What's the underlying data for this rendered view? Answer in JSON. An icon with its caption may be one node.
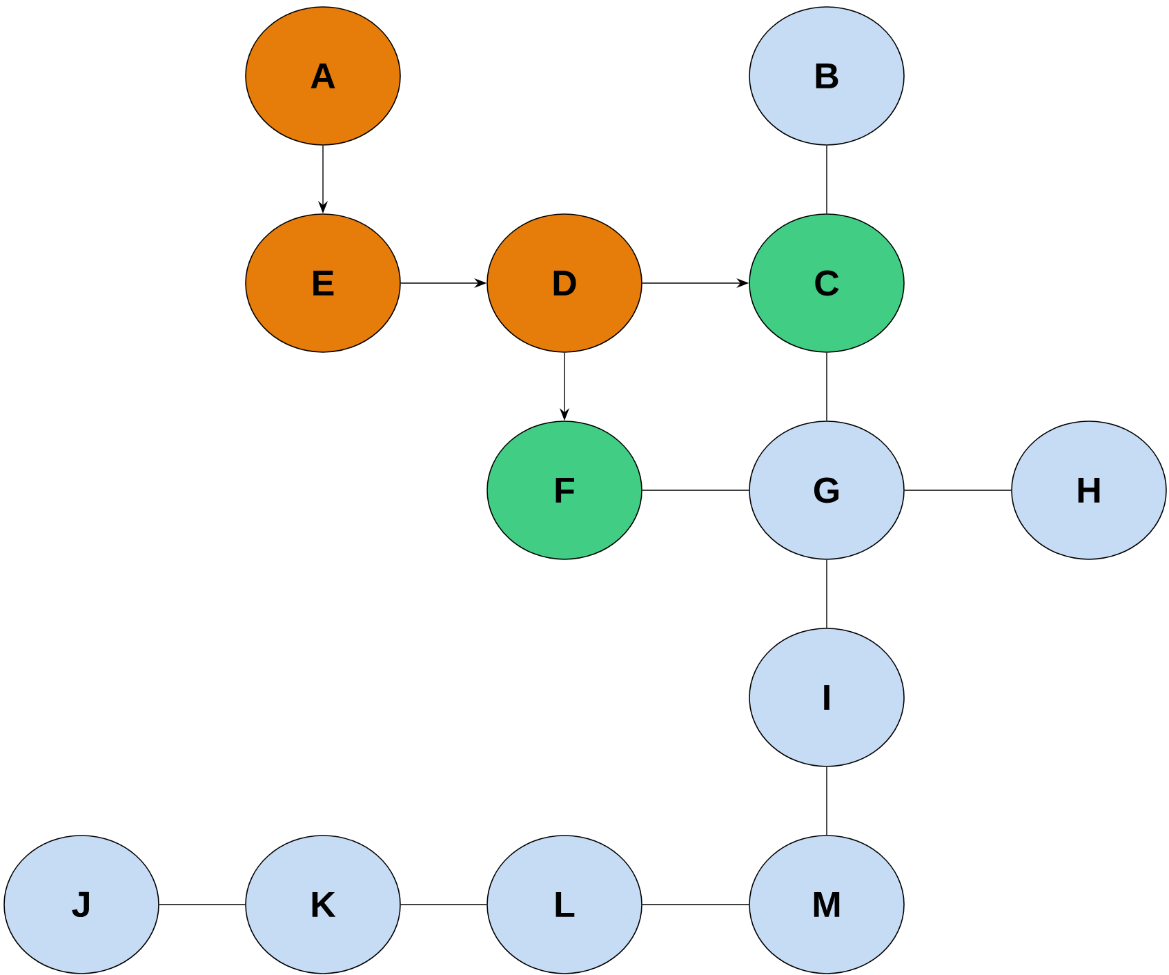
{
  "diagram": {
    "nodes": [
      {
        "text": [
          "A"
        ]
      },
      {
        "text": [
          "B"
        ]
      },
      {
        "text": [
          "E"
        ]
      },
      {
        "text": [
          "D"
        ]
      },
      {
        "text": [
          "C"
        ]
      },
      {
        "text": [
          "F"
        ]
      },
      {
        "text": [
          "G"
        ]
      },
      {
        "text": [
          "H"
        ]
      },
      {
        "text": [
          "I"
        ]
      },
      {
        "text": [
          "J"
        ]
      },
      {
        "text": [
          "K"
        ]
      },
      {
        "text": [
          "L"
        ]
      },
      {
        "text": [
          "M"
        ]
      }
    ],
    "edges": [
      {
        "from": 0,
        "to": 2,
        "arrow": "to"
      },
      {
        "from": 2,
        "to": 3,
        "arrow": "to"
      },
      {
        "from": 3,
        "to": 4,
        "arrow": "to"
      },
      {
        "from": 3,
        "to": 5,
        "arrow": "to"
      },
      {
        "from": 1,
        "to": 4,
        "arrow": "none"
      },
      {
        "from": 4,
        "to": 6,
        "arrow": "none"
      },
      {
        "from": 5,
        "to": 6,
        "arrow": "none"
      },
      {
        "from": 6,
        "to": 7,
        "arrow": "none"
      },
      {
        "from": 6,
        "to": 8,
        "arrow": "none"
      },
      {
        "from": 8,
        "to": 12,
        "arrow": "none"
      },
      {
        "from": 9,
        "to": 10,
        "arrow": "none"
      },
      {
        "from": 10,
        "to": 11,
        "arrow": "none"
      },
      {
        "from": 11,
        "to": 12,
        "arrow": "none"
      }
    ]
  }
}
